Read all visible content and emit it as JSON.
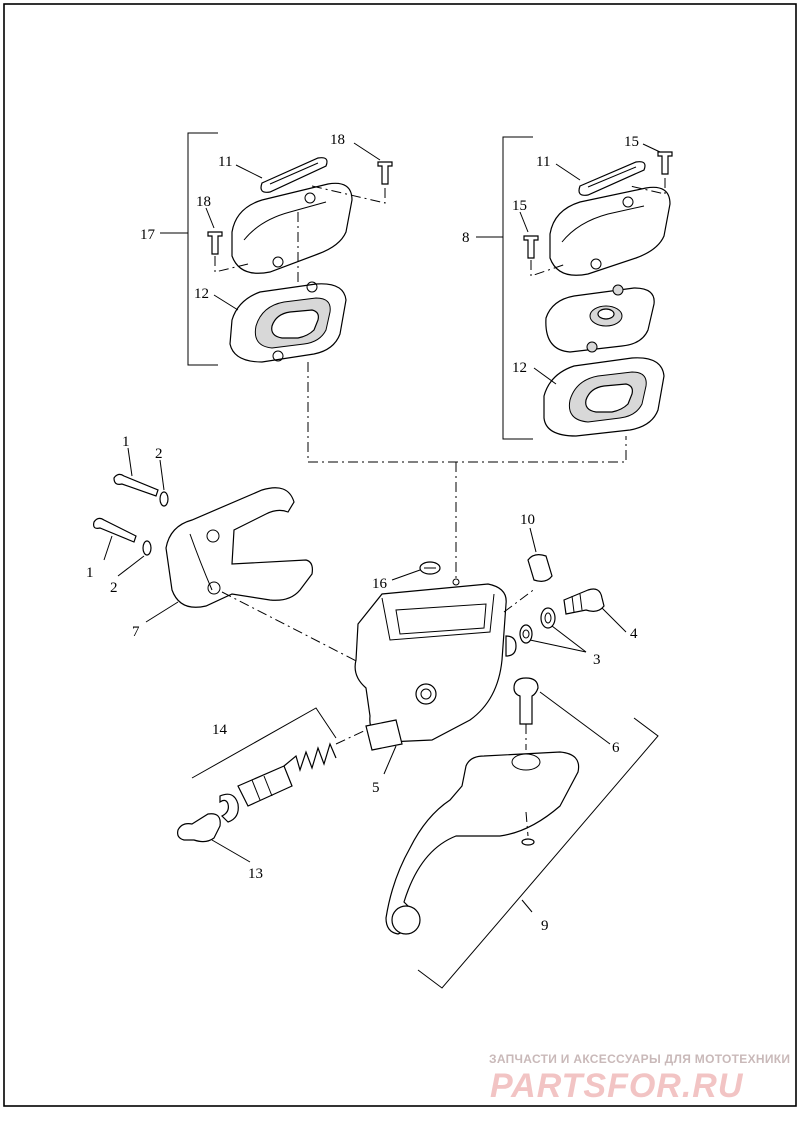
{
  "callouts": [
    {
      "id": "c18a",
      "text": "18"
    },
    {
      "id": "c11a",
      "text": "11"
    },
    {
      "id": "c18b",
      "text": "18"
    },
    {
      "id": "c17",
      "text": "17"
    },
    {
      "id": "c12a",
      "text": "12"
    },
    {
      "id": "c15a",
      "text": "15"
    },
    {
      "id": "c11b",
      "text": "11"
    },
    {
      "id": "c15b",
      "text": "15"
    },
    {
      "id": "c8",
      "text": "8"
    },
    {
      "id": "c12b",
      "text": "12"
    },
    {
      "id": "c1a",
      "text": "1"
    },
    {
      "id": "c2a",
      "text": "2"
    },
    {
      "id": "c1b",
      "text": "1"
    },
    {
      "id": "c2b",
      "text": "2"
    },
    {
      "id": "c7",
      "text": "7"
    },
    {
      "id": "c10",
      "text": "10"
    },
    {
      "id": "c16",
      "text": "16"
    },
    {
      "id": "c4",
      "text": "4"
    },
    {
      "id": "c3",
      "text": "3"
    },
    {
      "id": "c6",
      "text": "6"
    },
    {
      "id": "c14",
      "text": "14"
    },
    {
      "id": "c5",
      "text": "5"
    },
    {
      "id": "c13",
      "text": "13"
    },
    {
      "id": "c9",
      "text": "9"
    }
  ],
  "watermark": {
    "tagline": "ЗАПЧАСТИ И АКСЕССУАРЫ ДЛЯ МОТОТЕХНИКИ",
    "brand": "PARTSFOR.RU"
  },
  "colors": {
    "line": "#000000",
    "background": "#ffffff",
    "watermark_text": "#c9b9b9",
    "watermark_brand": "#f2c4c4"
  }
}
